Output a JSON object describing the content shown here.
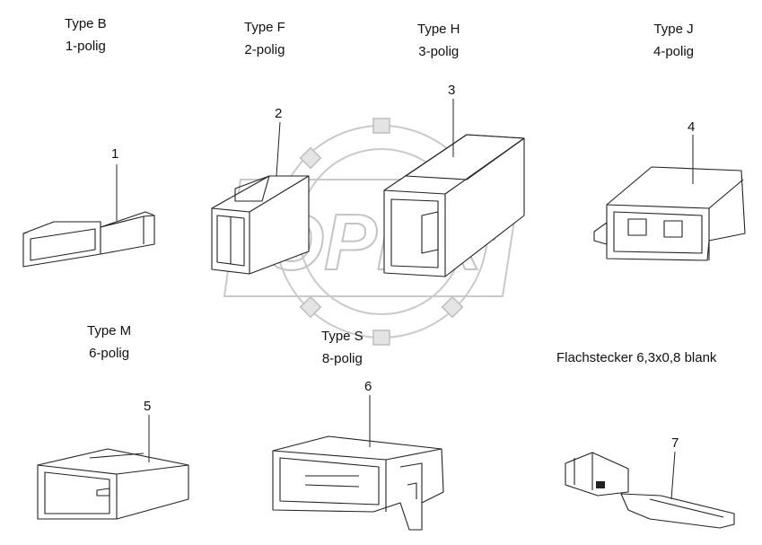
{
  "watermark": {
    "text": "OPEX",
    "color": "#d9d9d9"
  },
  "parts": [
    {
      "type": "Type B",
      "poles": "1-polig",
      "number": "1"
    },
    {
      "type": "Type F",
      "poles": "2-polig",
      "number": "2"
    },
    {
      "type": "Type H",
      "poles": "3-polig",
      "number": "3"
    },
    {
      "type": "Type J",
      "poles": "4-polig",
      "number": "4"
    },
    {
      "type": "Type M",
      "poles": "6-polig",
      "number": "5"
    },
    {
      "type": "Type S",
      "poles": "8-polig",
      "number": "6"
    },
    {
      "type": "Flachstecker 6,3x0,8 blank",
      "poles": "",
      "number": "7"
    }
  ]
}
